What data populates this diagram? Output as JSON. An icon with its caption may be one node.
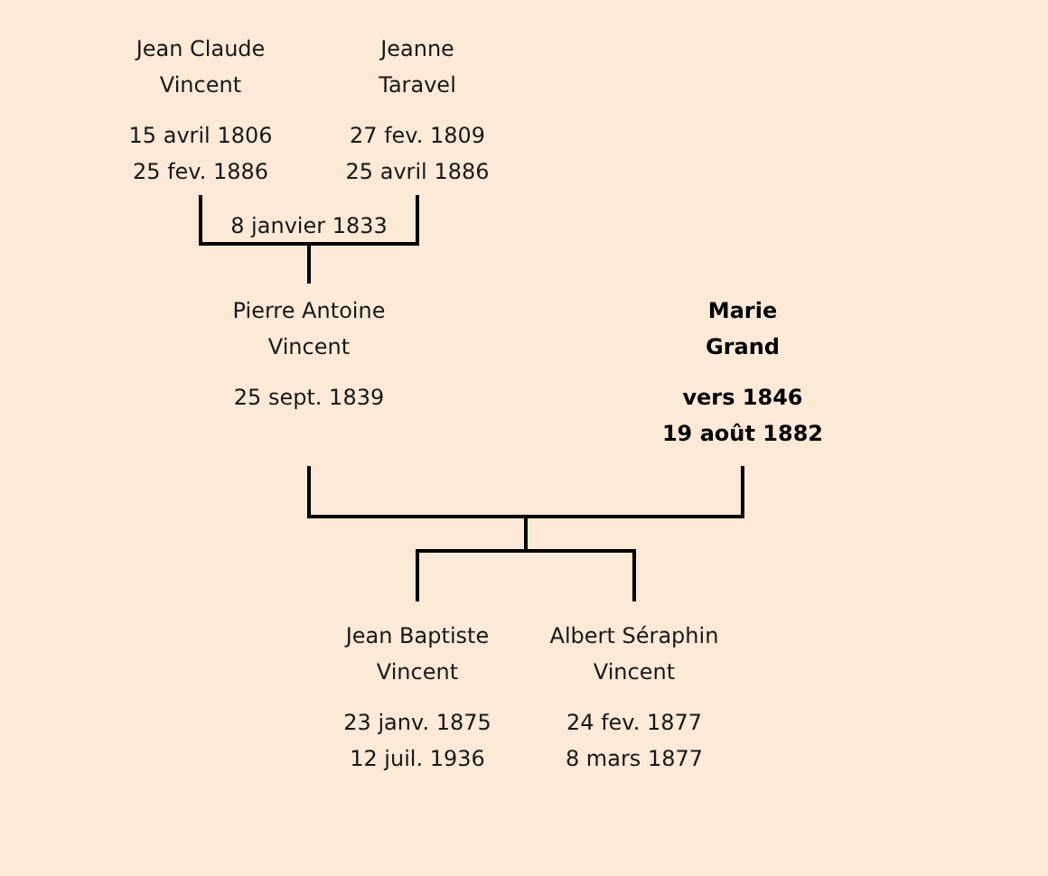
{
  "diagram": {
    "nodes": [
      {
        "text": [
          "Jean Claude Vincent",
          "15 avril 1806",
          "25 fev. 1886"
        ]
      },
      {
        "text": [
          "Jeanne Taravel",
          "27 fev. 1809",
          "25 avril 1886"
        ]
      },
      {
        "text": [
          "Pierre Antoine Vincent",
          "25 sept. 1839"
        ]
      },
      {
        "text": [
          "Marie Grand",
          "vers 1846",
          "19 août 1882"
        ]
      },
      {
        "text": [
          "Jean Baptiste Vincent",
          "23 janv. 1875",
          "12 juil. 1936"
        ]
      },
      {
        "text": [
          "Albert Séraphin Vincent",
          "24 fev. 1877",
          "8 mars 1877"
        ]
      }
    ],
    "edges": [
      {
        "from": 0,
        "to": 2,
        "arrow": "none",
        "label": "8 janvier 1833"
      },
      {
        "from": 1,
        "to": 2,
        "arrow": "none"
      },
      {
        "from": 2,
        "to": 4,
        "arrow": "none"
      },
      {
        "from": 2,
        "to": 5,
        "arrow": "none"
      },
      {
        "from": 3,
        "to": 4,
        "arrow": "none"
      },
      {
        "from": 3,
        "to": 5,
        "arrow": "none"
      }
    ]
  }
}
